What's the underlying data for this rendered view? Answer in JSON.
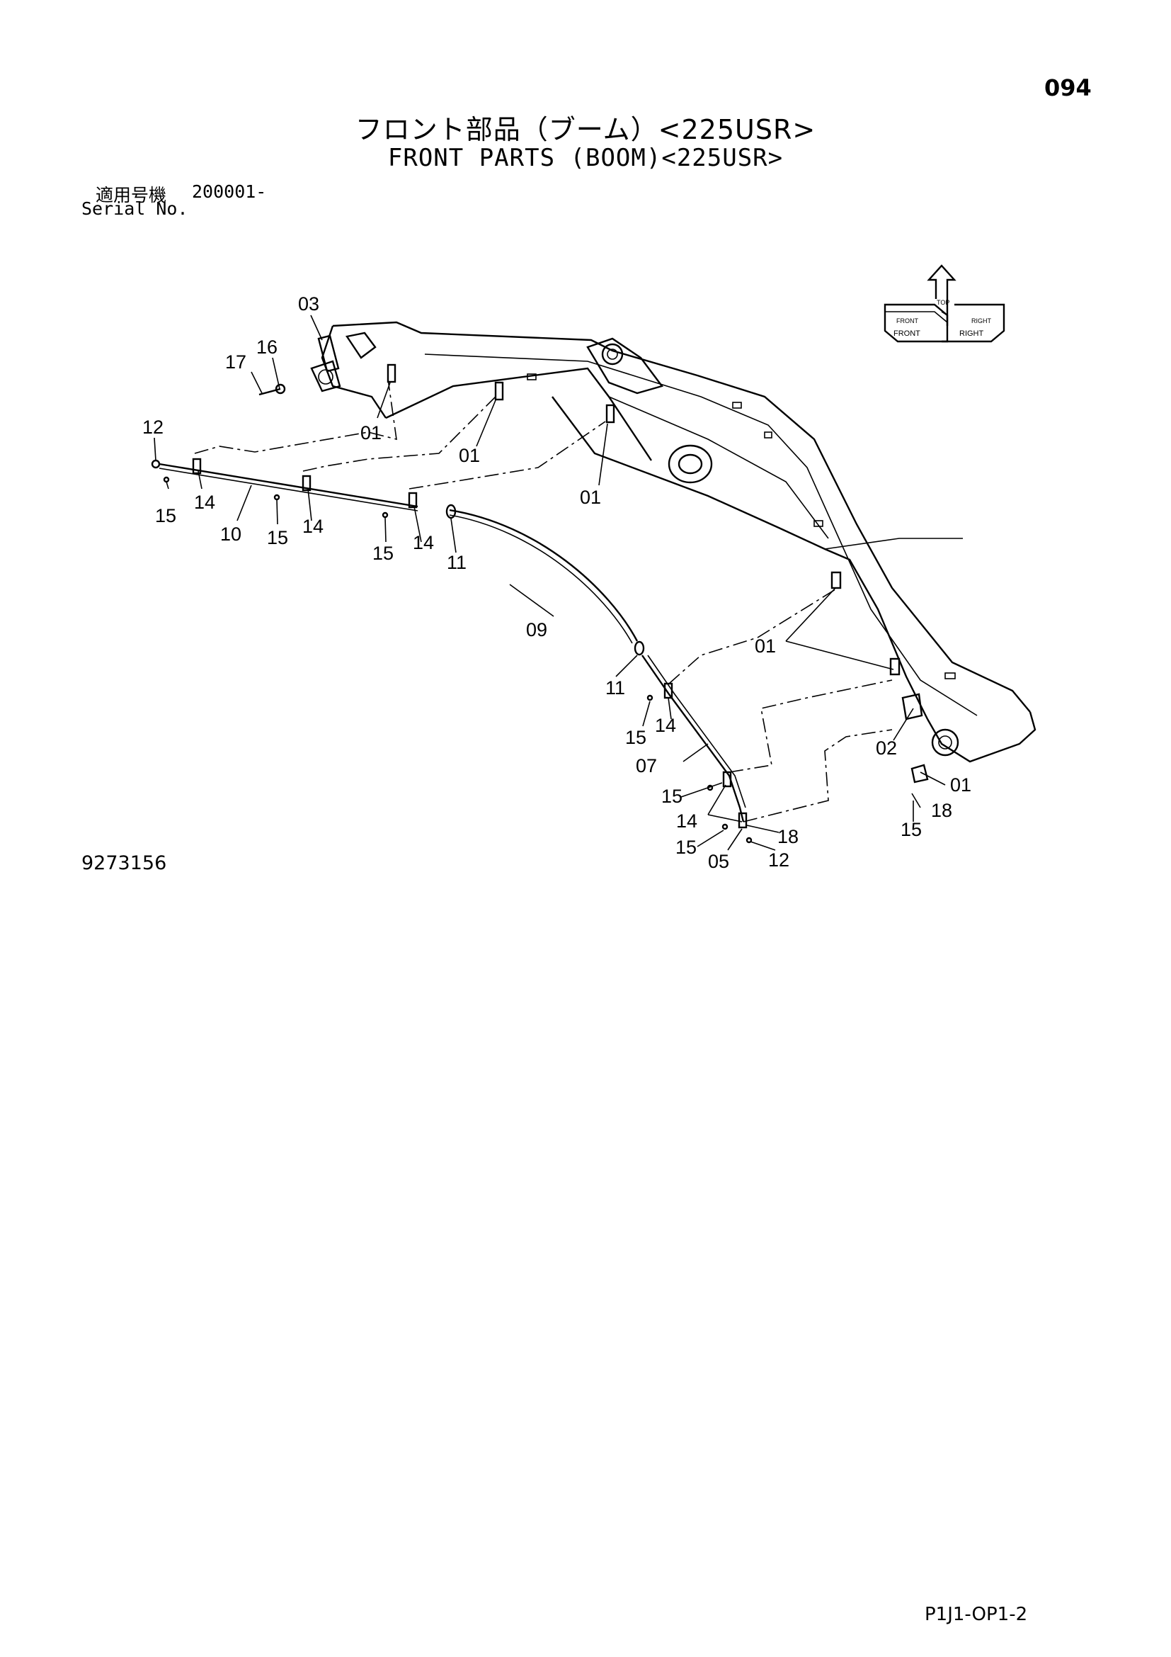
{
  "header": {
    "page_number": "094",
    "title_jp": "フロント部品（ブーム）<225USR>",
    "title_en": "FRONT PARTS (BOOM)<225USR>",
    "serial_label_jp": "適用号機",
    "serial_number": "200001-",
    "serial_label_en": "Serial No."
  },
  "orientation_icon": {
    "labels": [
      "FRONT",
      "RIGHT",
      "TOP",
      "FRONT",
      "RIGHT"
    ]
  },
  "callouts": [
    "03",
    "16",
    "17",
    "01",
    "01",
    "01",
    "12",
    "15",
    "14",
    "10",
    "15",
    "14",
    "15",
    "14",
    "11",
    "09",
    "11",
    "01",
    "15",
    "14",
    "07",
    "02",
    "01",
    "15",
    "14",
    "18",
    "15",
    "05",
    "12",
    "18",
    "15"
  ],
  "footer": {
    "figure_number": "9273156",
    "document_code": "P1J1-OP1-2"
  }
}
